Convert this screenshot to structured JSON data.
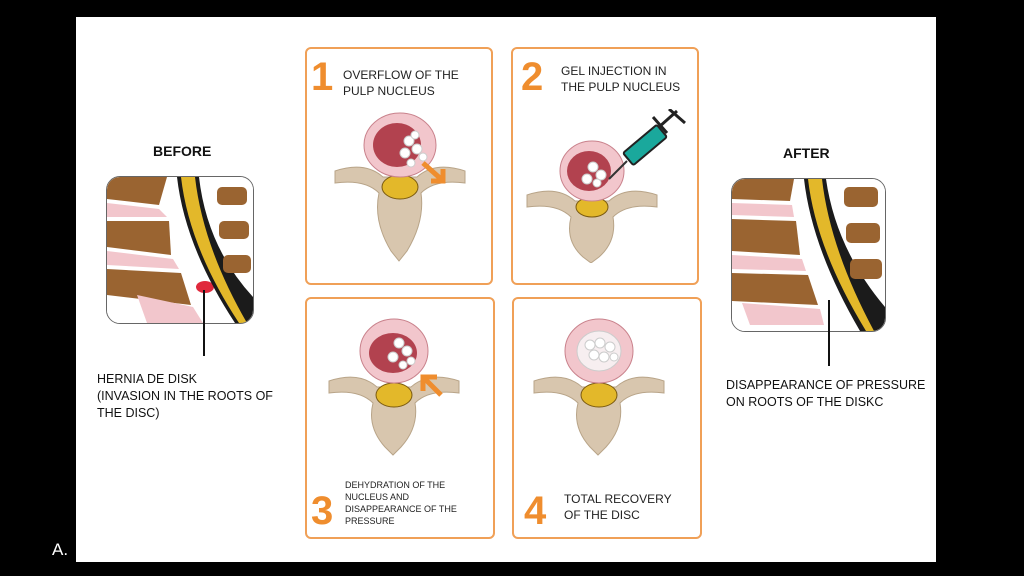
{
  "corner_label": "A.",
  "before": {
    "title": "BEFORE",
    "caption": [
      "HERNIA DE DISK",
      "(INVASION IN THE ROOTS OF",
      "THE DISC)"
    ]
  },
  "after": {
    "title": "AFTER",
    "caption": [
      "DISAPPEARANCE OF PRESSURE",
      "ON ROOTS OF THE DISKC"
    ]
  },
  "steps": [
    {
      "number": "1",
      "text": [
        "OVERFLOW OF THE",
        "PULP NUCLEUS"
      ]
    },
    {
      "number": "2",
      "text": [
        "GEL INJECTION IN",
        "THE PULP NUCLEUS"
      ]
    },
    {
      "number": "3",
      "text": [
        "DEHYDRATION OF THE",
        "NUCLEUS AND",
        "DISAPPEARANCE OF THE",
        "PRESSURE"
      ]
    },
    {
      "number": "4",
      "text": [
        "TOTAL RECOVERY",
        "OF THE DISC"
      ]
    }
  ],
  "colors": {
    "accent_orange": "#ef8d2e",
    "frame_orange": "#f0a057",
    "bone": "#d8c6ae",
    "disc_pink": "#f2c6cc",
    "nucleus_red": "#b2424f",
    "spinal_cord": "#e3b82a",
    "vertebra_brown": "#8b5a2b",
    "syringe_teal": "#1aa89c"
  }
}
